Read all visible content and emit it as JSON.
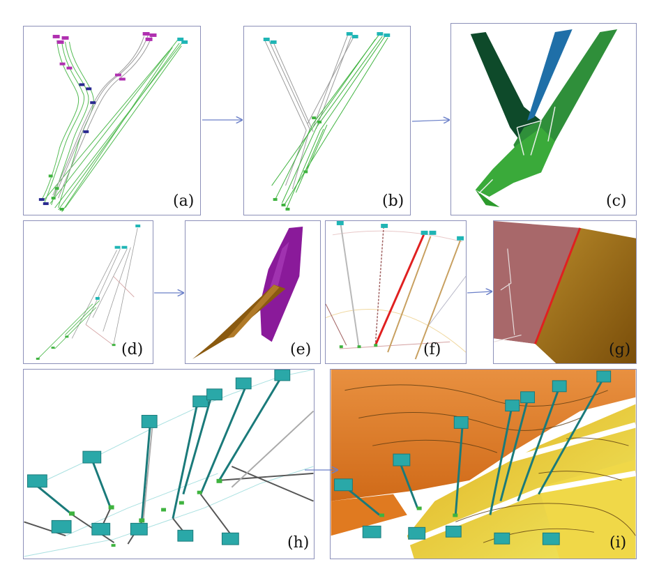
{
  "panels": {
    "a": {
      "label": "(a)"
    },
    "b": {
      "label": "(b)"
    },
    "c": {
      "label": "(c)"
    },
    "d": {
      "label": "(d)"
    },
    "e": {
      "label": "(e)"
    },
    "f": {
      "label": "(f)"
    },
    "g": {
      "label": "(g)"
    },
    "h": {
      "label": "(h)"
    },
    "i": {
      "label": "(i)"
    }
  },
  "colors": {
    "border": "#8b8fb8",
    "arrow": "#6a7fc8",
    "well_green": "#3fb33f",
    "well_gray": "#9a9a9a",
    "marker_magenta": "#b030b0",
    "marker_navy": "#2a2a90",
    "marker_teal": "#1fb5b5",
    "surface_darkgreen": "#0e4a2a",
    "surface_green": "#3aaa3a",
    "surface_blue": "#1f6fa8",
    "surface_purple": "#8a1a9a",
    "surface_brown": "#8a5a10",
    "surface_rose": "#a8686a",
    "surface_ochre": "#a87a1c",
    "fault_red": "#e02020",
    "horizon_orange": "#e07820",
    "horizon_yellow": "#e8d020"
  }
}
